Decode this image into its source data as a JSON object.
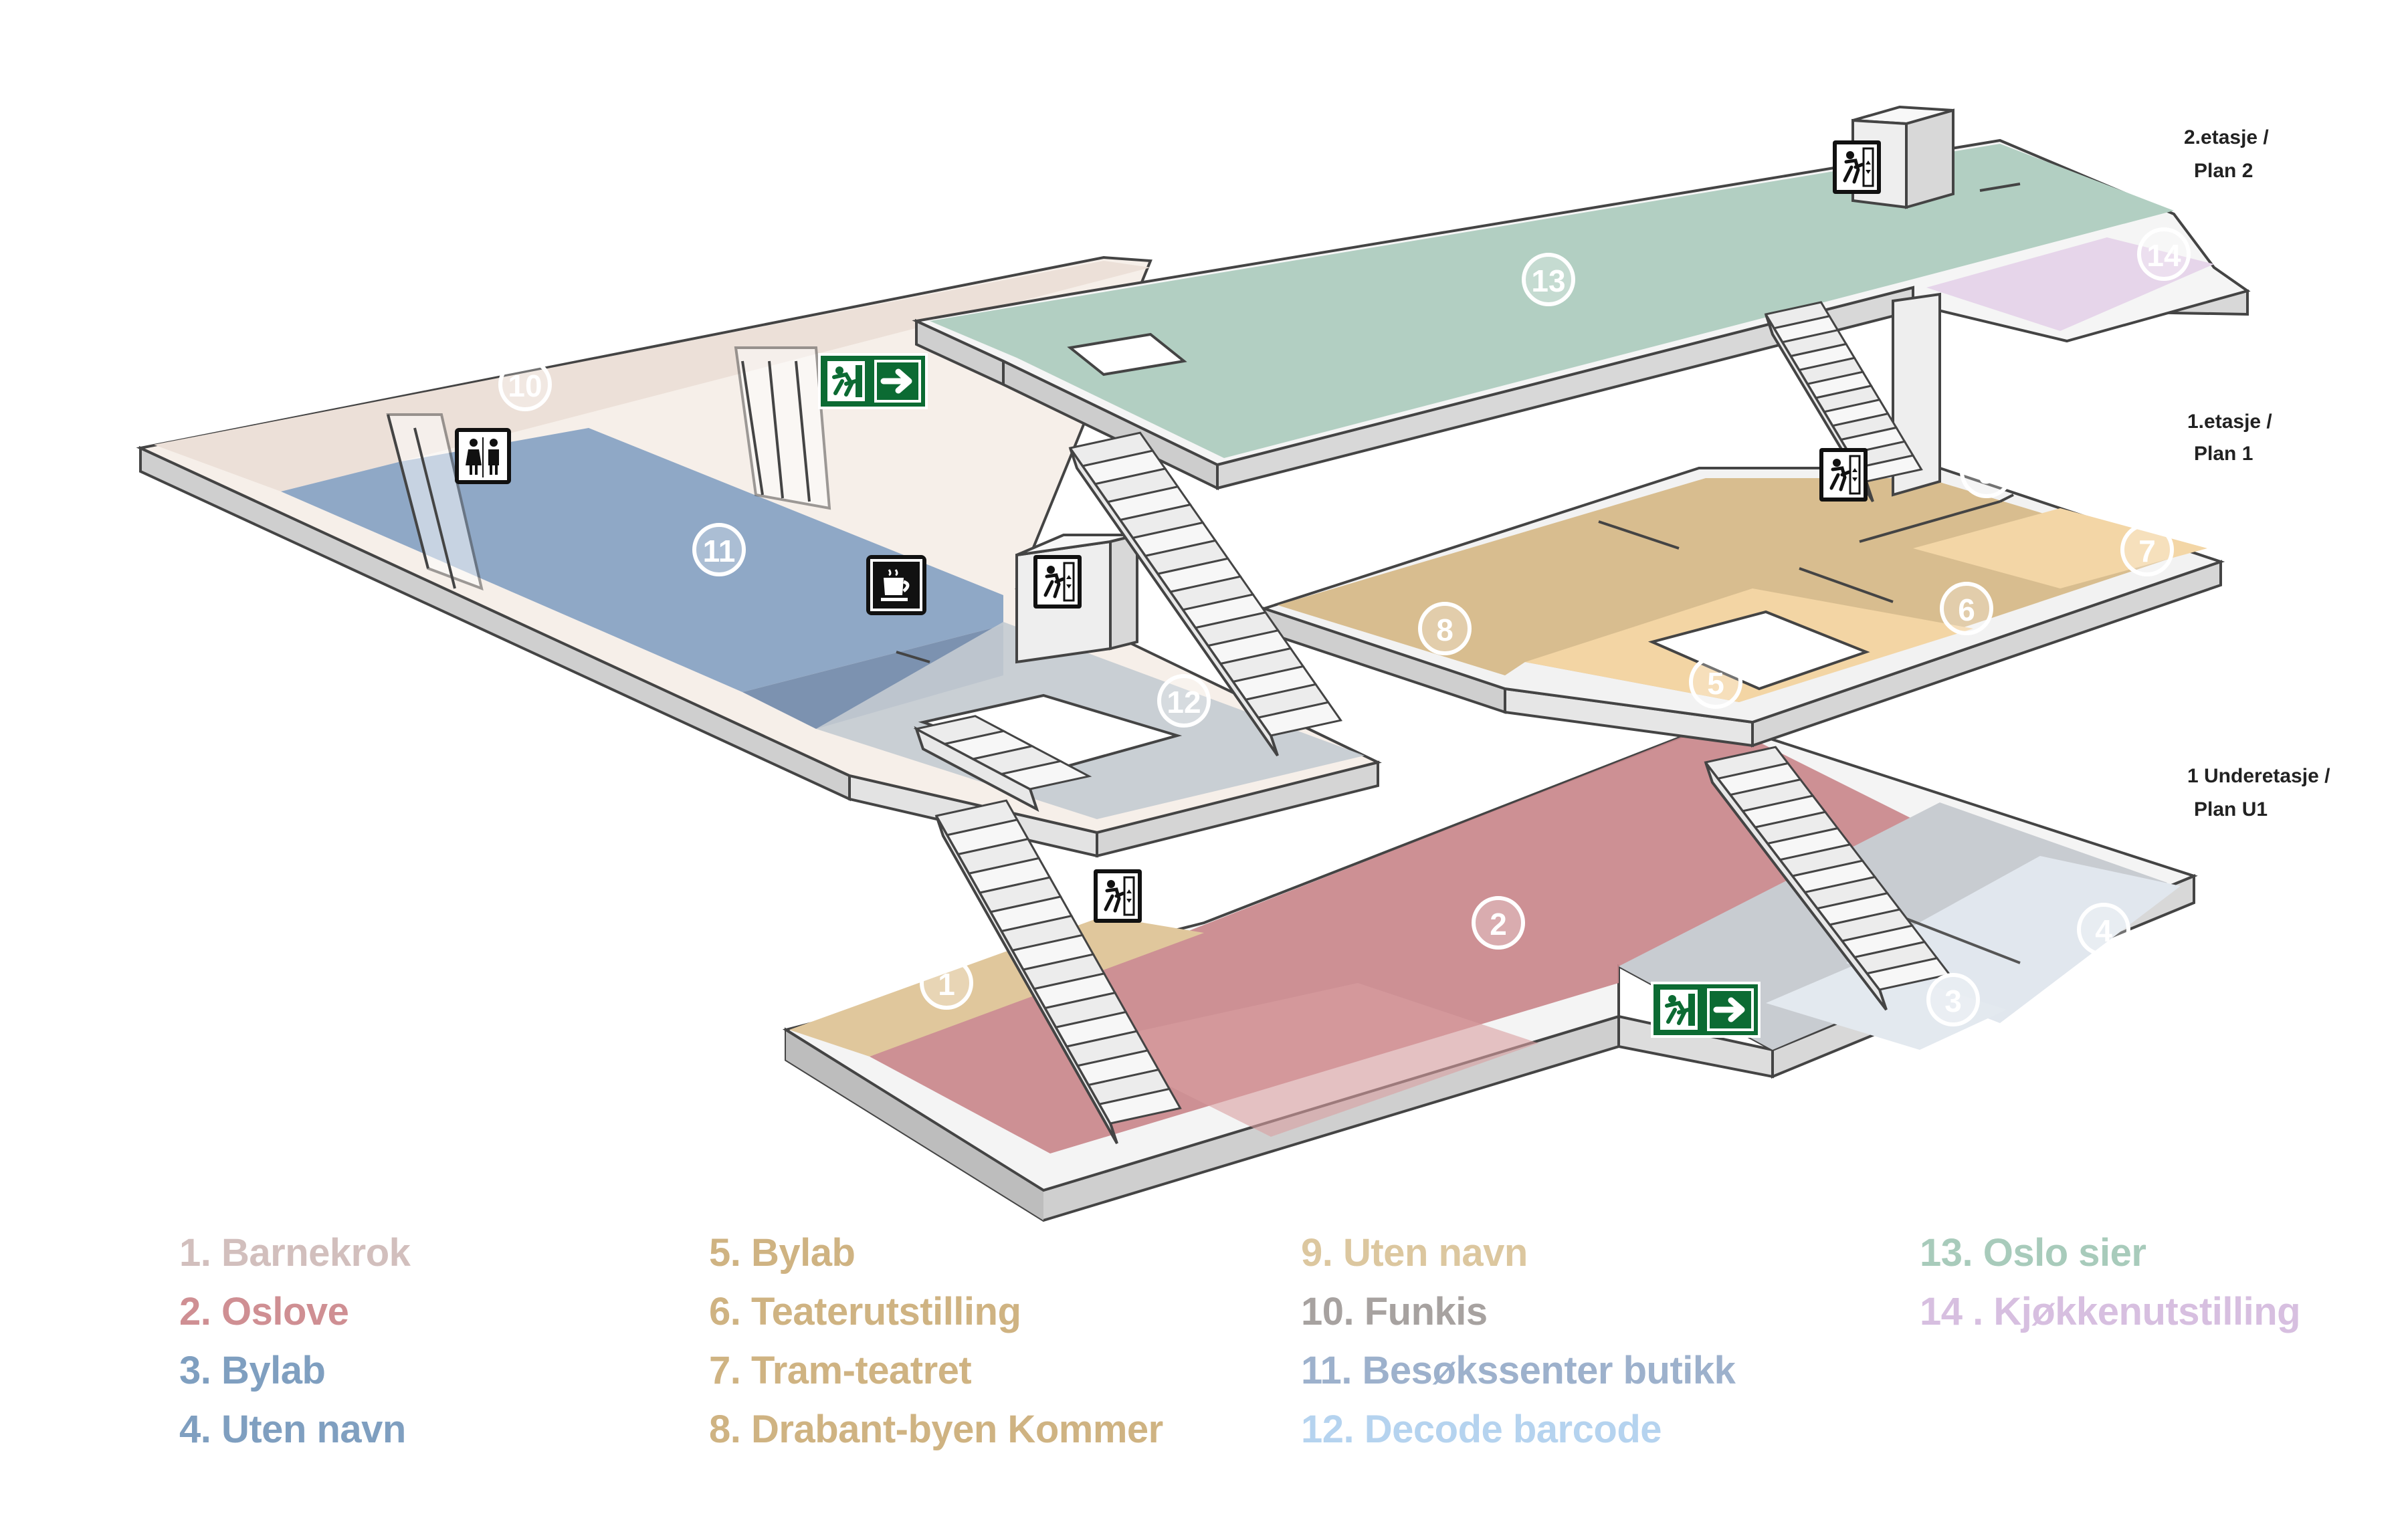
{
  "levels": {
    "plan2": {
      "line1": "2.etasje /",
      "line2": "Plan 2"
    },
    "plan1": {
      "line1": "1.etasje /",
      "line2": "Plan 1"
    },
    "planu1": {
      "line1": "1 Underetasje /",
      "line2": "Plan U1"
    }
  },
  "badges": [
    "1",
    "2",
    "3",
    "4",
    "5",
    "6",
    "7",
    "8",
    "9",
    "10",
    "11",
    "12",
    "13",
    "14"
  ],
  "colors": {
    "barnekrok": "#c9b7b5",
    "oslove": "#c9878b",
    "bylab_blue": "#8fa8c4",
    "uten_navn_blue": "#e1e7ee",
    "bylab_sand": "#e0c79c",
    "plan1_floor": "#d8bd8f",
    "funkis": "#ece0d8",
    "besokssenter": "#8fa8c6",
    "decode": "#b4c0cb",
    "oslo_sier": "#b2cfc2",
    "kjokken": "#e6d5ea",
    "exit_green": "#0c6b33"
  },
  "legend": {
    "col1": [
      {
        "label": "1. Barnekrok",
        "color": "#d2bfbd"
      },
      {
        "label": "2. Oslove",
        "color": "#cf8f93"
      },
      {
        "label": "3. Bylab",
        "color": "#7f9fc0"
      },
      {
        "label": "4. Uten navn",
        "color": "#7f9fc0"
      }
    ],
    "col2": [
      {
        "label": "5.  Bylab",
        "color": "#cfb382"
      },
      {
        "label": "6.  Teaterutstilling",
        "color": "#cfb382"
      },
      {
        "label": "7.  Tram-teatret",
        "color": "#cfb382"
      },
      {
        "label": "8. Drabant-byen Kommer",
        "color": "#cfb382"
      }
    ],
    "col3": [
      {
        "label": "9. Uten navn",
        "color": "#dcc79f"
      },
      {
        "label": "10. Funkis",
        "color": "#a7a2a0"
      },
      {
        "label": "11. Besøkssenter butikk",
        "color": "#9db1cc"
      },
      {
        "label": "12. Decode barcode",
        "color": "#b5d3ef"
      }
    ],
    "col4": [
      {
        "label": "13. Oslo sier",
        "color": "#a8cbbb"
      },
      {
        "label": "14 . Kjøkkenutstilling",
        "color": "#d7bfe0"
      }
    ]
  },
  "icons": [
    "toilet-icon",
    "cafe-icon",
    "elevator-icon",
    "emergency-exit-icon",
    "arrow-right-icon"
  ]
}
